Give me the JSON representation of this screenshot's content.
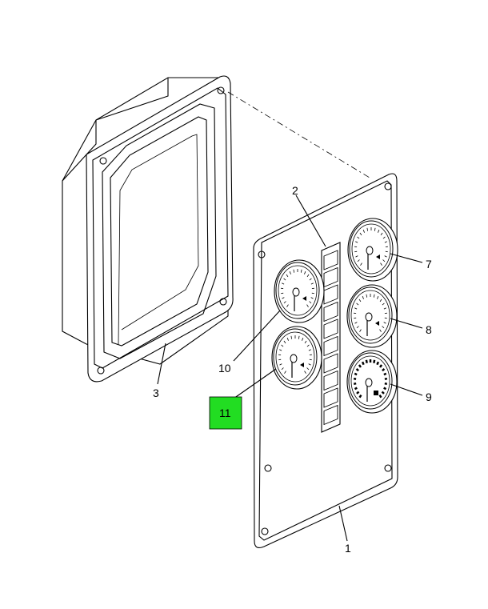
{
  "figure": {
    "callouts": [
      {
        "id": "1",
        "label": "1"
      },
      {
        "id": "2",
        "label": "2"
      },
      {
        "id": "3",
        "label": "3"
      },
      {
        "id": "7",
        "label": "7"
      },
      {
        "id": "8",
        "label": "8"
      },
      {
        "id": "9",
        "label": "9"
      },
      {
        "id": "10",
        "label": "10"
      },
      {
        "id": "11",
        "label": "11",
        "highlight_color": "#22dd22"
      }
    ]
  }
}
